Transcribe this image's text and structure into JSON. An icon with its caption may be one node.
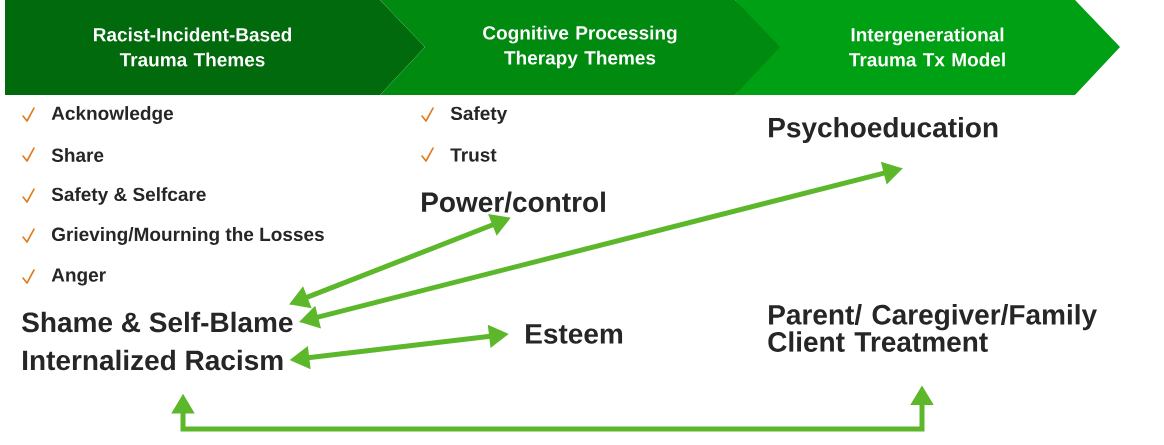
{
  "diagram": {
    "nodes": [
      {
        "text": [
          "Racist-Incident-Based Trauma Themes"
        ]
      },
      {
        "text": [
          "Cognitive Processing Therapy Themes"
        ]
      },
      {
        "text": [
          "Intergenerational Trauma Tx Model"
        ]
      },
      {
        "text": [
          "Shame & Self-Blame"
        ]
      },
      {
        "text": [
          "Internalized Racism"
        ]
      },
      {
        "text": [
          "Power/control"
        ]
      },
      {
        "text": [
          "Esteem"
        ]
      },
      {
        "text": [
          "Psychoeducation"
        ]
      },
      {
        "text": [
          "Parent/ Caregiver/Family Client Treatment"
        ]
      }
    ],
    "edges": [
      {
        "from": 5,
        "to": 3,
        "arrow": "both"
      },
      {
        "from": 7,
        "to": 3,
        "arrow": "both"
      },
      {
        "from": 6,
        "to": 4,
        "arrow": "both"
      },
      {
        "from": 4,
        "to": 8,
        "arrow": "both"
      }
    ],
    "labels": [
      "Acknowledge",
      "Share",
      "Safety & Selfcare",
      "Grieving/Mourning the Losses",
      "Anger",
      "Safety",
      "Trust"
    ]
  }
}
